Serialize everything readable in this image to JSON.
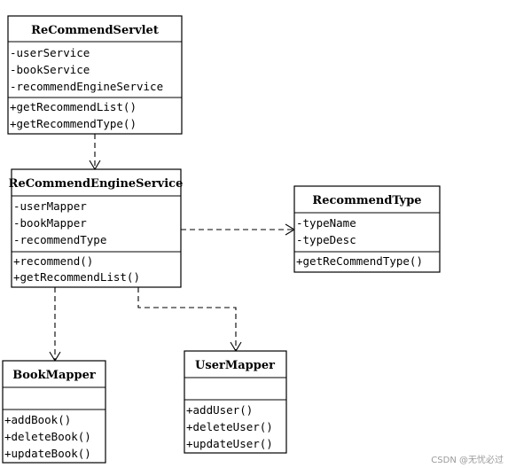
{
  "classes": {
    "recommend_servlet": {
      "name": "ReCommendServlet",
      "attributes": [
        "-userService",
        "-bookService",
        "-recommendEngineService"
      ],
      "operations": [
        "+getRecommendList()",
        "+getRecommendType()"
      ]
    },
    "recommend_engine_service": {
      "name": "ReCommendEngineService",
      "attributes": [
        "-userMapper",
        "-bookMapper",
        "-recommendType"
      ],
      "operations": [
        "+recommend()",
        "+getRecommendList()"
      ]
    },
    "recommend_type": {
      "name": "RecommendType",
      "attributes": [
        "-typeName",
        "-typeDesc"
      ],
      "operations": [
        "+getReCommendType()"
      ]
    },
    "book_mapper": {
      "name": "BookMapper",
      "attributes": [],
      "operations": [
        "+addBook()",
        "+deleteBook()",
        "+updateBook()"
      ]
    },
    "user_mapper": {
      "name": "UserMapper",
      "attributes": [],
      "operations": [
        "+addUser()",
        "+deleteUser()",
        "+updateUser()"
      ]
    }
  },
  "watermark": "CSDN @无忧必过"
}
